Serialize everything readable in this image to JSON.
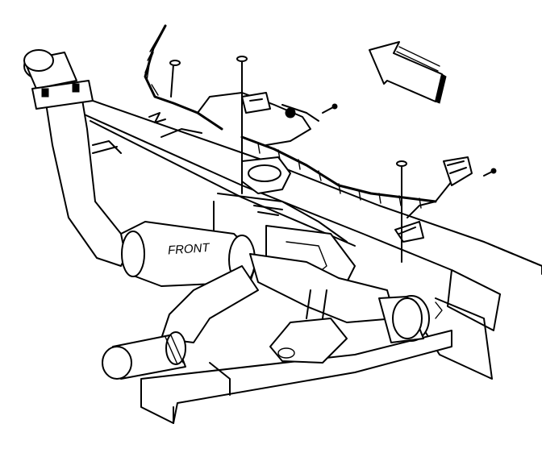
{
  "diagram": {
    "converter_label": "FRONT",
    "components": [
      "exhaust-pipe-front",
      "catalytic-converter",
      "intermediate-pipe",
      "tail-pipe-tips",
      "frame-crossmember",
      "wiring-harness",
      "oxygen-sensor",
      "bolts",
      "hanger-bracket"
    ],
    "direction_arrow": "front-of-vehicle"
  }
}
